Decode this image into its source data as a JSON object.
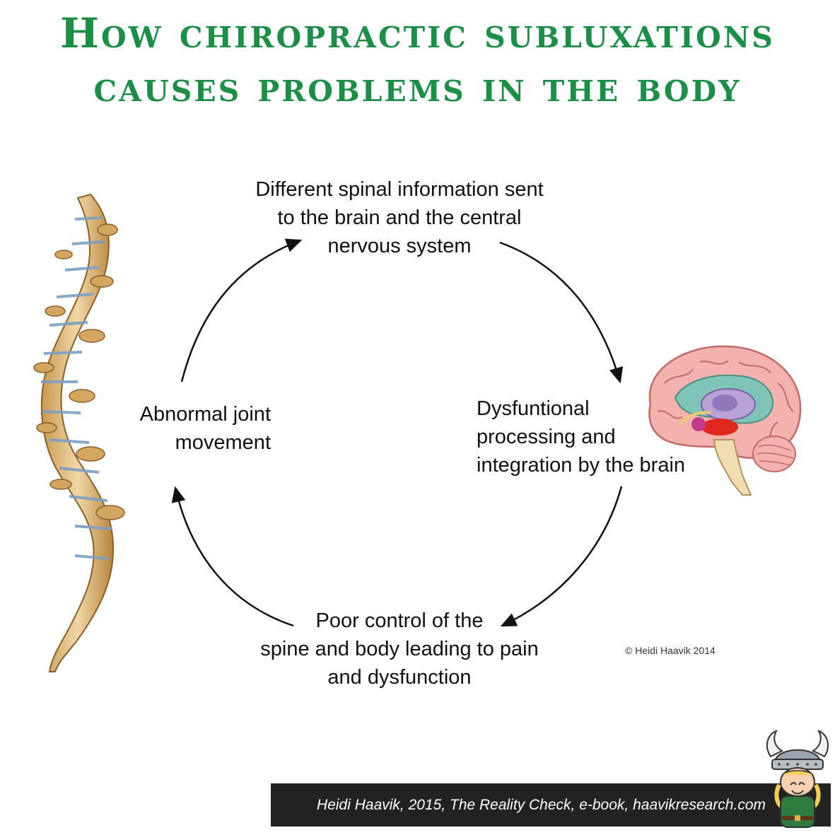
{
  "title": {
    "line1": "How chiropractic subluxations",
    "line2": "causes problems in the body"
  },
  "cycle": {
    "top": [
      "Different spinal information sent",
      "to the brain and the central",
      "nervous system"
    ],
    "right": [
      "Dysfuntional",
      "processing and",
      "integration by the brain"
    ],
    "bottom": [
      "Poor control of the",
      "spine and body leading to pain",
      "and dysfunction"
    ],
    "left": [
      "Abnormal joint",
      "movement"
    ]
  },
  "copyright": "© Heidi Haavik 2014",
  "footer": {
    "citation": "Heidi Haavik, 2015, The Reality Check, e-book, haavikresearch.com"
  },
  "icons": {
    "spine": "spine-illustration",
    "brain": "brain-illustration",
    "mascot": "viking-mascot"
  },
  "colors": {
    "title": "#1b8f45",
    "footer_bg": "#222222",
    "footer_text": "#ffffff"
  }
}
